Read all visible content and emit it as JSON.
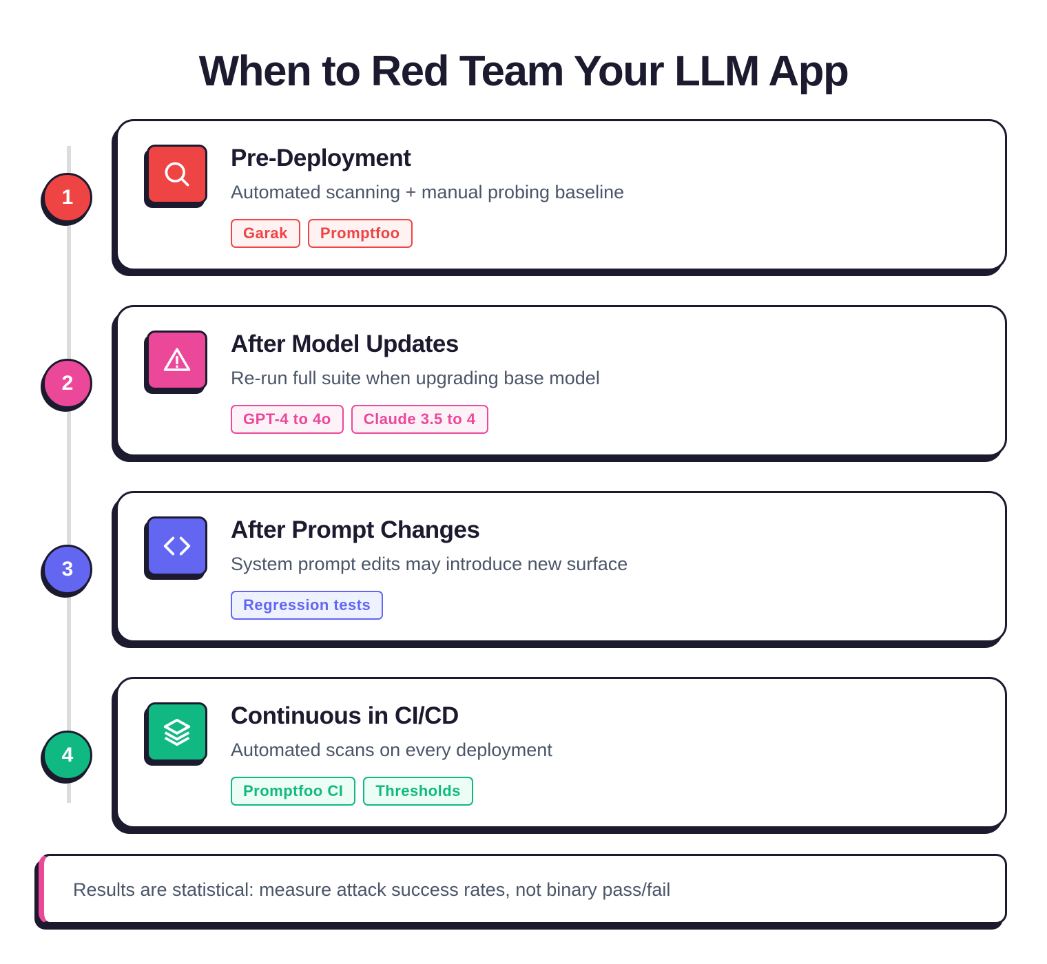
{
  "title": "When to Red Team Your LLM App",
  "steps": [
    {
      "number": "1",
      "title": "Pre-Deployment",
      "desc": "Automated scanning + manual probing baseline",
      "icon": "search-icon",
      "color": "#ef4444",
      "tag_bg": "#fef2f2",
      "tags": [
        "Garak",
        "Promptfoo"
      ]
    },
    {
      "number": "2",
      "title": "After Model Updates",
      "desc": "Re-run full suite when upgrading base model",
      "icon": "warning-icon",
      "color": "#ec4899",
      "tag_bg": "#fdf2f8",
      "tags": [
        "GPT-4 to 4o",
        "Claude 3.5 to 4"
      ]
    },
    {
      "number": "3",
      "title": "After Prompt Changes",
      "desc": "System prompt edits may introduce new surface",
      "icon": "code-icon",
      "color": "#6366f1",
      "tag_bg": "#eef2ff",
      "tags": [
        "Regression tests"
      ]
    },
    {
      "number": "4",
      "title": "Continuous in CI/CD",
      "desc": "Automated scans on every deployment",
      "icon": "layers-icon",
      "color": "#10b981",
      "tag_bg": "#ecfdf5",
      "tags": [
        "Promptfoo CI",
        "Thresholds"
      ]
    }
  ],
  "footer": "Results are statistical: measure attack success rates, not binary pass/fail"
}
